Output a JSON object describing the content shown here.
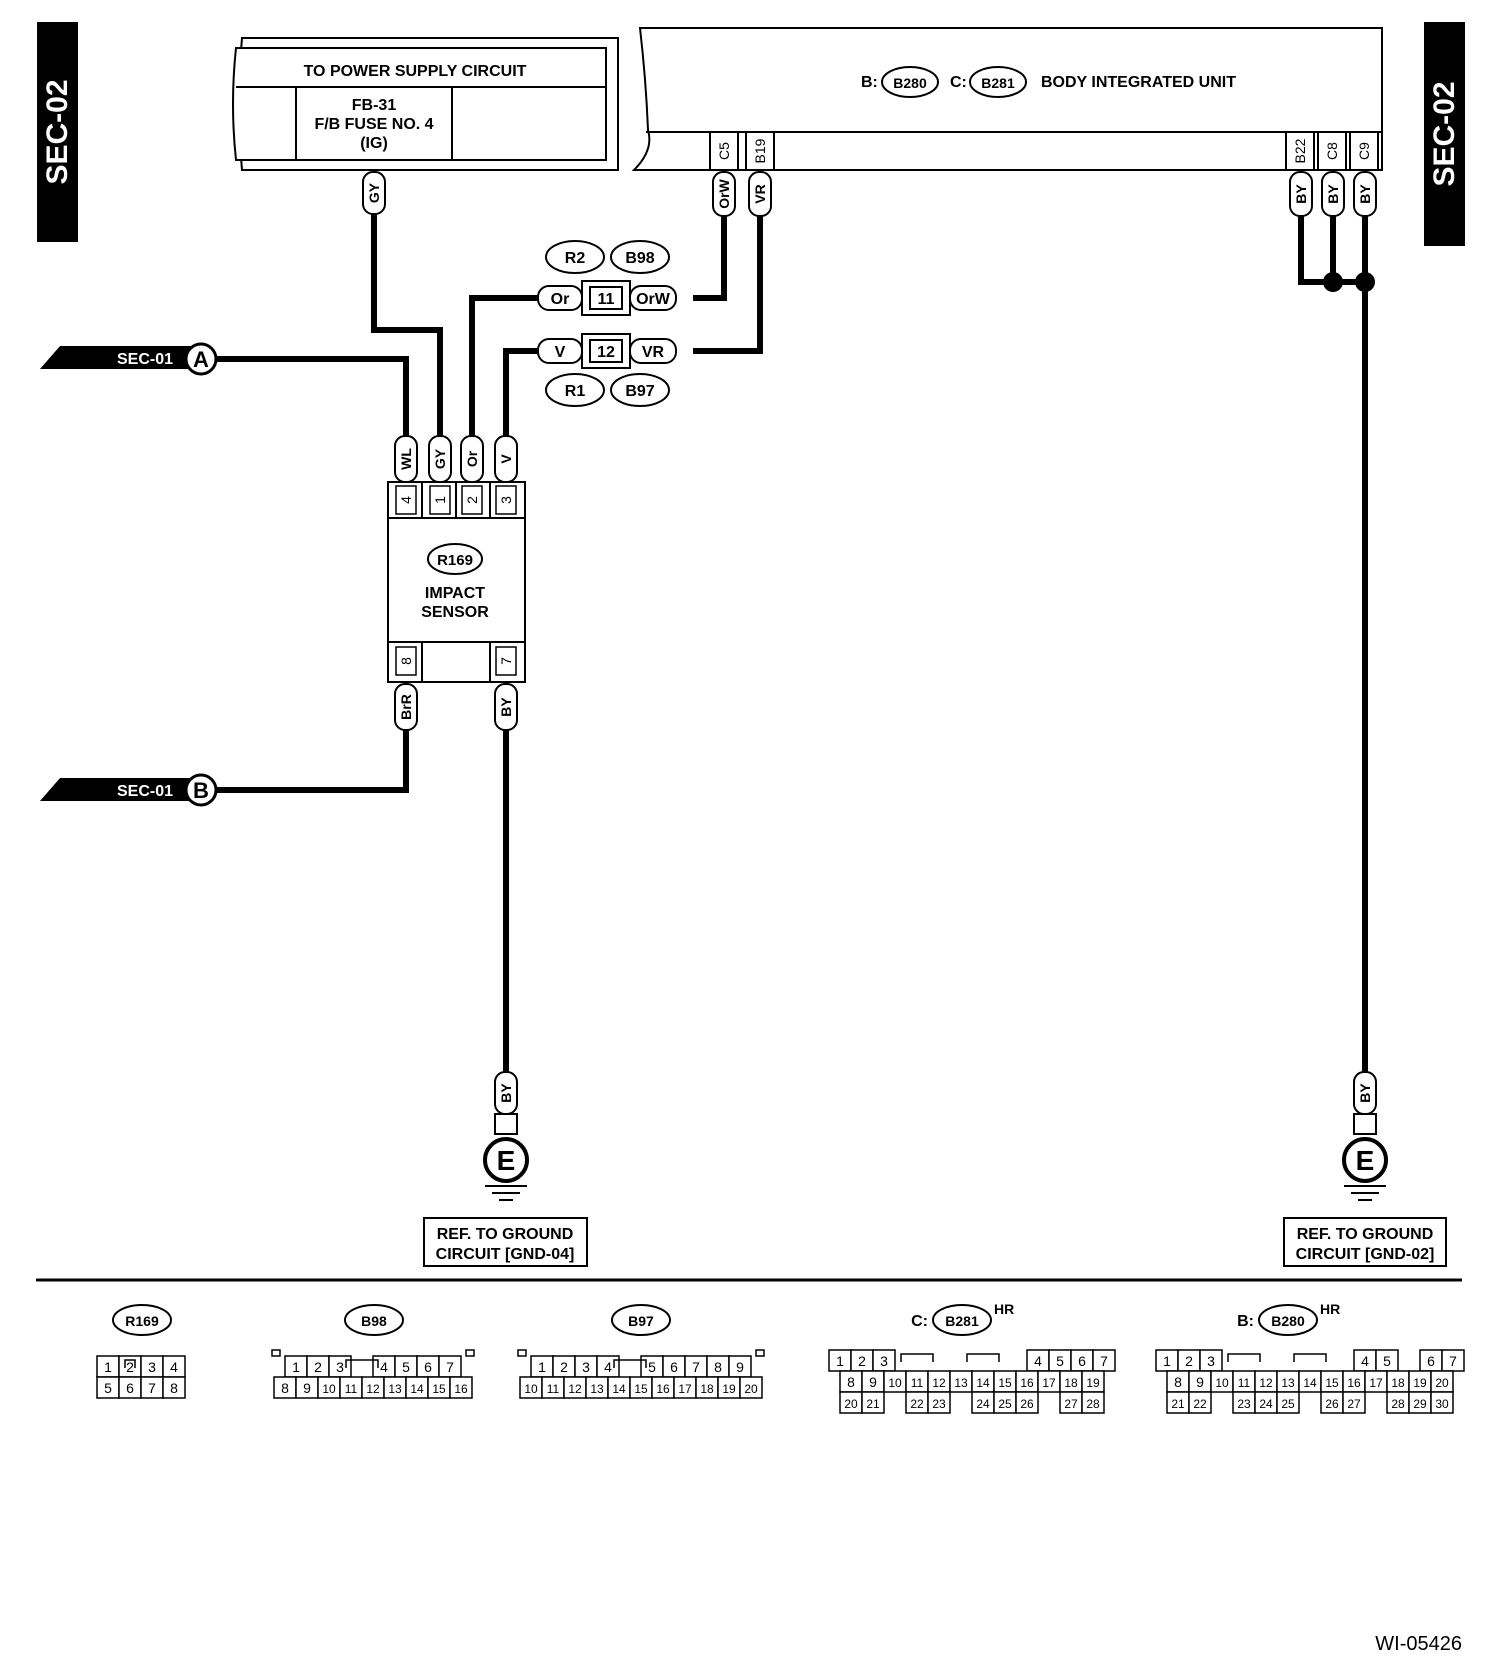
{
  "side_tags": {
    "left": "SEC-02",
    "right": "SEC-02"
  },
  "power_box": {
    "title": "TO POWER SUPPLY CIRCUIT",
    "fuse_line1": "FB-31",
    "fuse_line2": "F/B FUSE NO. 4",
    "fuse_line3": "(IG)"
  },
  "body_unit": {
    "prefix_b": "B:",
    "conn_b": "B280",
    "prefix_c": "C:",
    "conn_c": "B281",
    "name": "BODY INTEGRATED UNIT",
    "pins": [
      "C5",
      "B19",
      "B22",
      "C8",
      "C9"
    ]
  },
  "wire_colors": [
    "GY",
    "OrW",
    "VR",
    "BY",
    "BY",
    "BY",
    "WL",
    "GY",
    "Or",
    "V",
    "BrR",
    "BY",
    "BY",
    "BY"
  ],
  "joint_upper": {
    "conn_left": "R2",
    "conn_right": "B98",
    "left_color": "Or",
    "pin": "11",
    "right_color": "OrW"
  },
  "joint_lower": {
    "conn_left": "R1",
    "conn_right": "B97",
    "left_color": "V",
    "pin": "12",
    "right_color": "VR"
  },
  "sensor": {
    "connector": "R169",
    "name_line1": "IMPACT",
    "name_line2": "SENSOR",
    "top_pins": [
      "4",
      "1",
      "2",
      "3"
    ],
    "bottom_pins": [
      "8",
      "7"
    ]
  },
  "offpage": [
    {
      "label": "SEC-01",
      "letter": "A"
    },
    {
      "label": "SEC-01",
      "letter": "B"
    }
  ],
  "grounds": [
    {
      "letter": "E",
      "ref_line1": "REF. TO GROUND",
      "ref_line2": "CIRCUIT [GND-04]"
    },
    {
      "letter": "E",
      "ref_line1": "REF. TO GROUND",
      "ref_line2": "CIRCUIT [GND-02]"
    }
  ],
  "connector_faces": [
    {
      "prefix": "",
      "name": "R169",
      "suffix": "",
      "rows": [
        [
          "1",
          "2",
          "3",
          "4"
        ],
        [
          "5",
          "6",
          "7",
          "8"
        ]
      ]
    },
    {
      "prefix": "",
      "name": "B98",
      "suffix": "",
      "rows": [
        [
          "1",
          "2",
          "3",
          "",
          "4",
          "5",
          "6",
          "7"
        ],
        [
          "8",
          "9",
          "10",
          "11",
          "12",
          "13",
          "14",
          "15",
          "16"
        ]
      ]
    },
    {
      "prefix": "",
      "name": "B97",
      "suffix": "",
      "rows": [
        [
          "1",
          "2",
          "3",
          "4",
          "",
          "5",
          "6",
          "7",
          "8",
          "9"
        ],
        [
          "10",
          "11",
          "12",
          "13",
          "14",
          "15",
          "16",
          "17",
          "18",
          "19",
          "20"
        ]
      ]
    },
    {
      "prefix": "C:",
      "name": "B281",
      "suffix": "HR",
      "rows": [
        [
          "1",
          "2",
          "3",
          "",
          "",
          "",
          "",
          "",
          "",
          "4",
          "5",
          "6",
          "7"
        ],
        [
          "8",
          "9",
          "10",
          "11",
          "12",
          "13",
          "14",
          "15",
          "16",
          "17",
          "18",
          "19"
        ],
        [
          "20",
          "21",
          "",
          "22",
          "23",
          "",
          "24",
          "25",
          "26",
          "",
          "27",
          "28"
        ]
      ]
    },
    {
      "prefix": "B:",
      "name": "B280",
      "suffix": "HR",
      "rows": [
        [
          "1",
          "2",
          "3",
          "",
          "",
          "",
          "",
          "",
          "",
          "4",
          "5",
          "",
          "6",
          "7"
        ],
        [
          "8",
          "9",
          "10",
          "11",
          "12",
          "13",
          "14",
          "15",
          "16",
          "17",
          "18",
          "19",
          "20"
        ],
        [
          "21",
          "22",
          "",
          "23",
          "24",
          "25",
          "",
          "26",
          "27",
          "",
          "28",
          "29",
          "30"
        ]
      ]
    }
  ],
  "drawing_id": "WI-05426"
}
